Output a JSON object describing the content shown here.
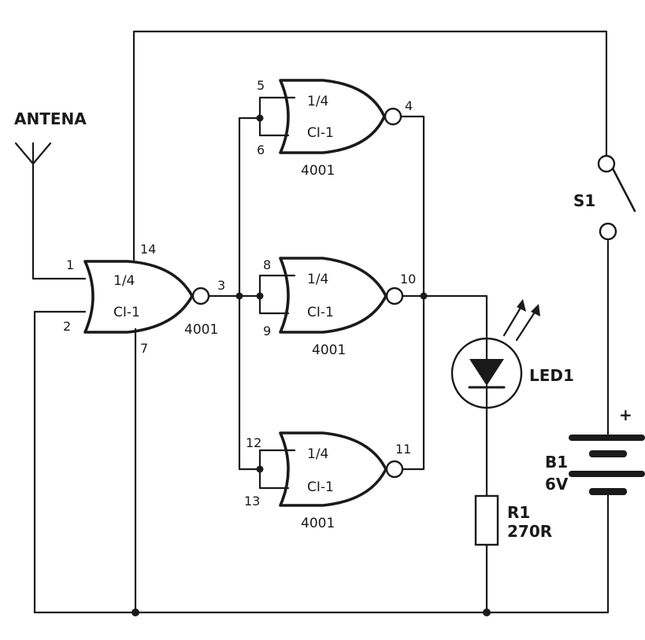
{
  "antenna": {
    "label": "ANTENA"
  },
  "gates": [
    {
      "id": "main",
      "fraction": "1/4",
      "chip": "CI-1",
      "part": "4001",
      "pin_a": "1",
      "pin_b": "2",
      "pin_out": "3",
      "pin_vdd": "14",
      "pin_gnd": "7"
    },
    {
      "id": "top",
      "fraction": "1/4",
      "chip": "CI-1",
      "part": "4001",
      "pin_a": "5",
      "pin_b": "6",
      "pin_out": "4"
    },
    {
      "id": "mid",
      "fraction": "1/4",
      "chip": "CI-1",
      "part": "4001",
      "pin_a": "8",
      "pin_b": "9",
      "pin_out": "10"
    },
    {
      "id": "bot",
      "fraction": "1/4",
      "chip": "CI-1",
      "part": "4001",
      "pin_a": "12",
      "pin_b": "13",
      "pin_out": "11"
    }
  ],
  "led": {
    "label": "LED1"
  },
  "resistor": {
    "name": "R1",
    "value": "270R"
  },
  "switch": {
    "label": "S1"
  },
  "battery": {
    "name": "B1",
    "voltage": "6V",
    "polarity": "+"
  }
}
